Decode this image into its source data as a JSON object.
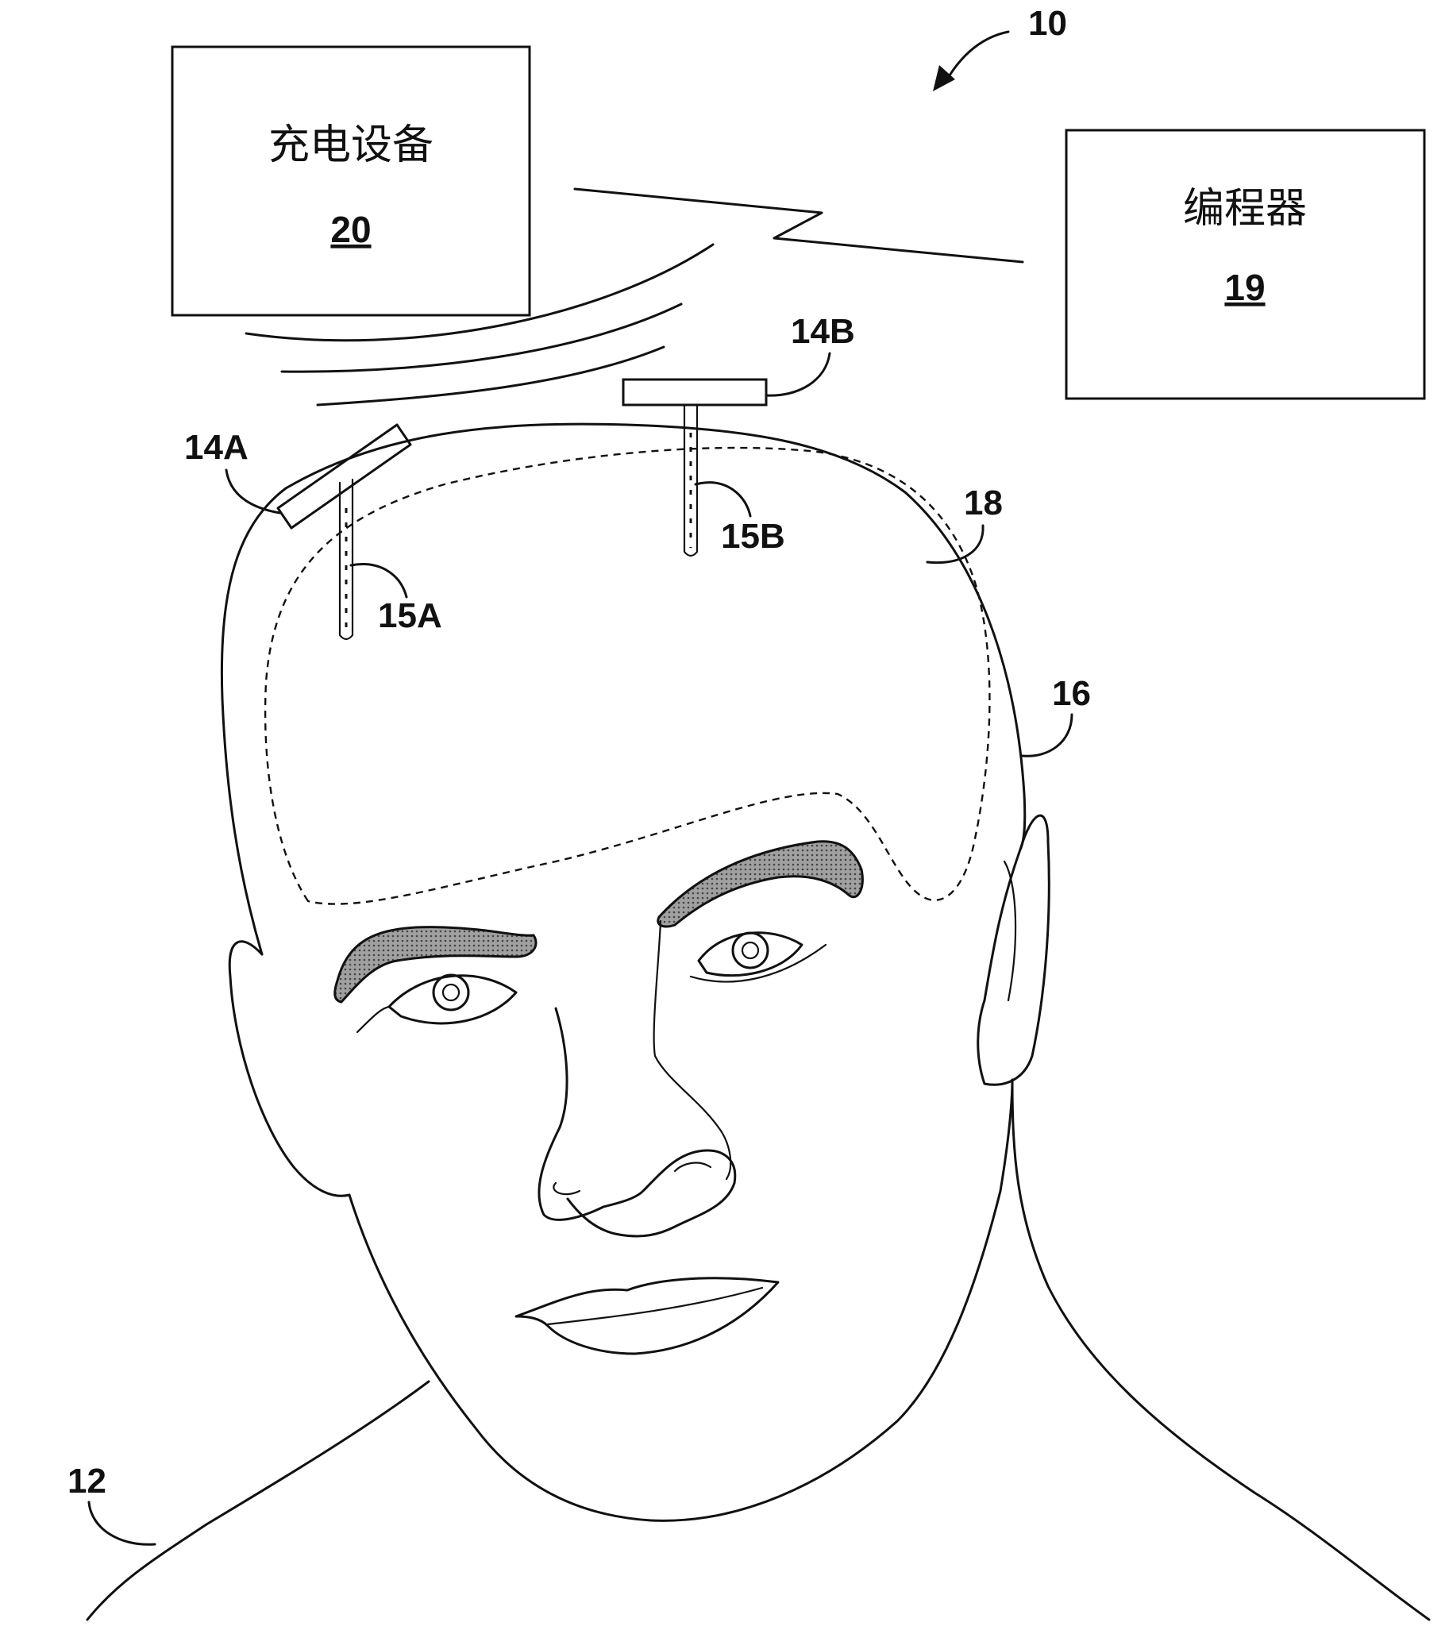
{
  "figure": {
    "ref_system": "10",
    "ref_patient": "12",
    "ref_head": "16",
    "ref_brain": "18",
    "devices": {
      "device_a": "14A",
      "device_b": "14B"
    },
    "leads": {
      "lead_a": "15A",
      "lead_b": "15B"
    },
    "charger": {
      "title": "充电设备",
      "number": "20"
    },
    "programmer": {
      "title": "编程器",
      "number": "19"
    }
  }
}
